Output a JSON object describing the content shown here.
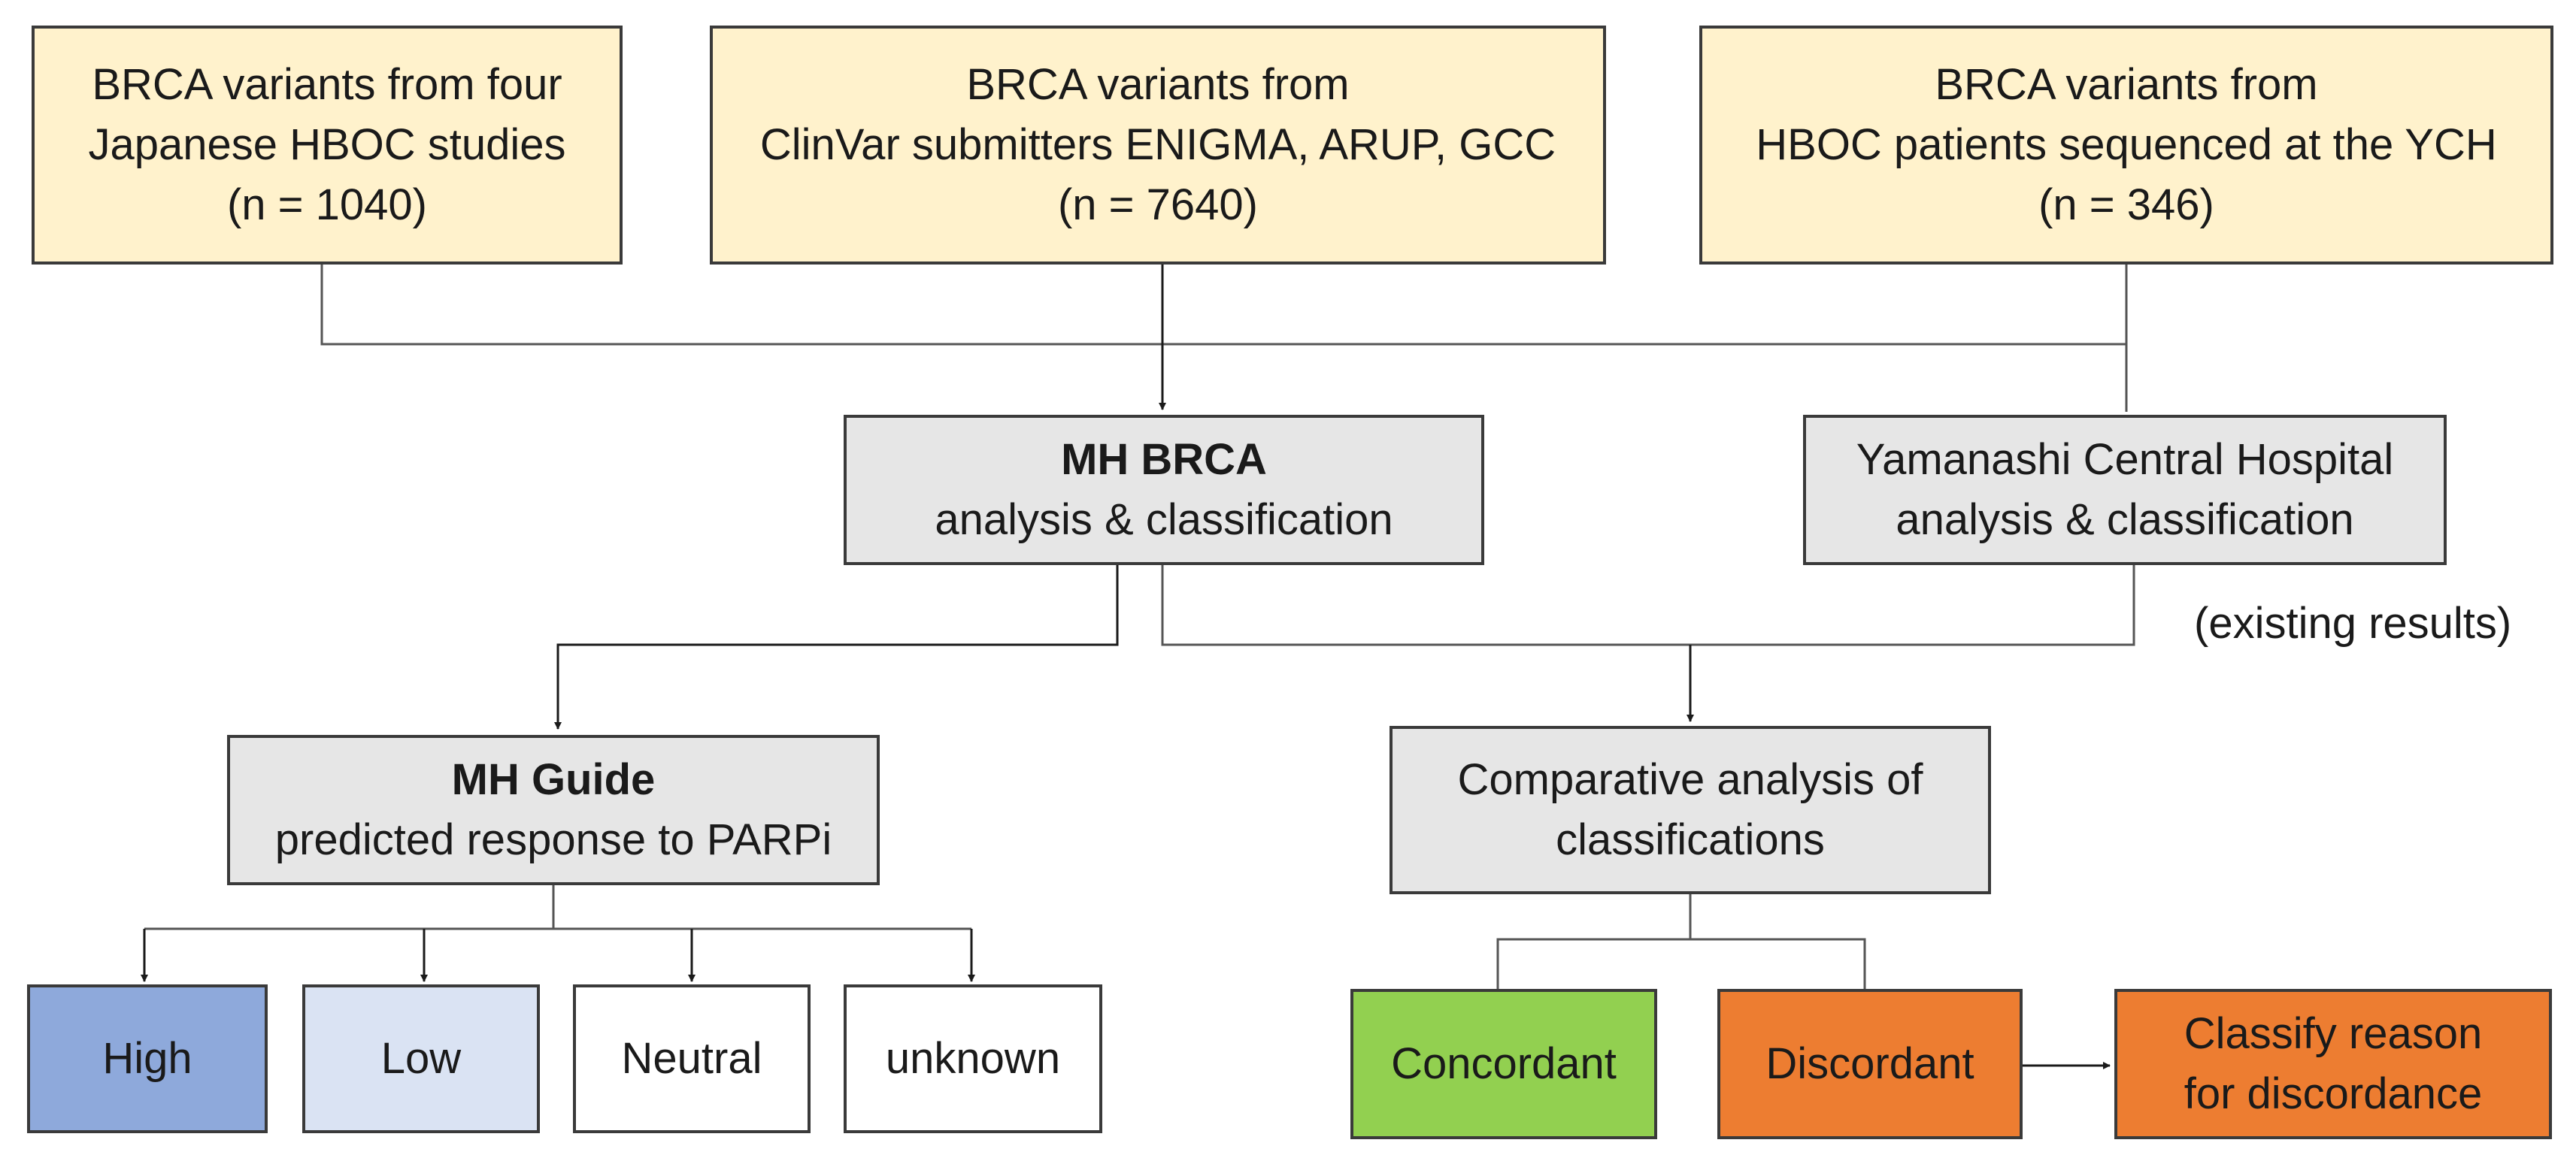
{
  "sources": {
    "japanese": {
      "line1": "BRCA variants from four",
      "line2": "Japanese HBOC studies",
      "line3": "(n = 1040)"
    },
    "clinvar": {
      "line1": "BRCA variants from",
      "line2": "ClinVar submitters ENIGMA, ARUP, GCC",
      "line3": "(n = 7640)"
    },
    "ych": {
      "line1": "BRCA variants from",
      "line2": "HBOC patients sequenced at the YCH",
      "line3": "(n = 346)"
    }
  },
  "mh_brca": {
    "title": "MH BRCA",
    "subtitle": "analysis & classification"
  },
  "ych_analysis": {
    "line1": "Yamanashi Central Hospital",
    "line2": "analysis & classification"
  },
  "existing_note": "(existing results)",
  "mh_guide": {
    "title": "MH Guide",
    "subtitle": "predicted response to PARPi"
  },
  "comparative": {
    "line1": "Comparative analysis of",
    "line2": "classifications"
  },
  "responses": {
    "high": "High",
    "low": "Low",
    "neutral": "Neutral",
    "unknown": "unknown"
  },
  "outcomes": {
    "concordant": "Concordant",
    "discordant": "Discordant",
    "reason": {
      "line1": "Classify reason",
      "line2": "for discordance"
    }
  },
  "colors": {
    "source_fill": "#fff2cc",
    "process_fill": "#e6e6e6",
    "high_fill": "#8ea9db",
    "low_fill": "#dae3f3",
    "concordant_fill": "#92d050",
    "discordant_fill": "#ed7d31"
  }
}
